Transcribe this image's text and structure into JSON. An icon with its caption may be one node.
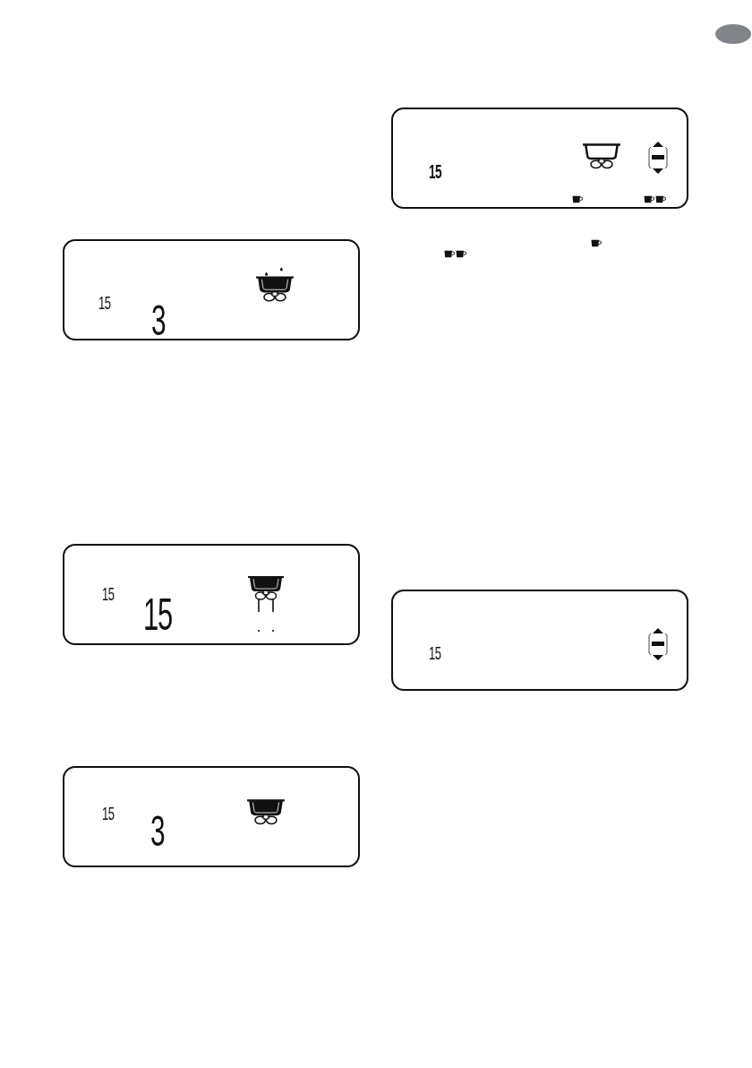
{
  "diagram": {
    "nodes": [
      {
        "text": [
          "15",
          "3"
        ]
      },
      {
        "text": [
          "15",
          "15"
        ]
      },
      {
        "text": [
          "15",
          "3"
        ]
      },
      {
        "text": [
          "15"
        ]
      },
      {
        "text": [
          "15"
        ]
      }
    ]
  }
}
